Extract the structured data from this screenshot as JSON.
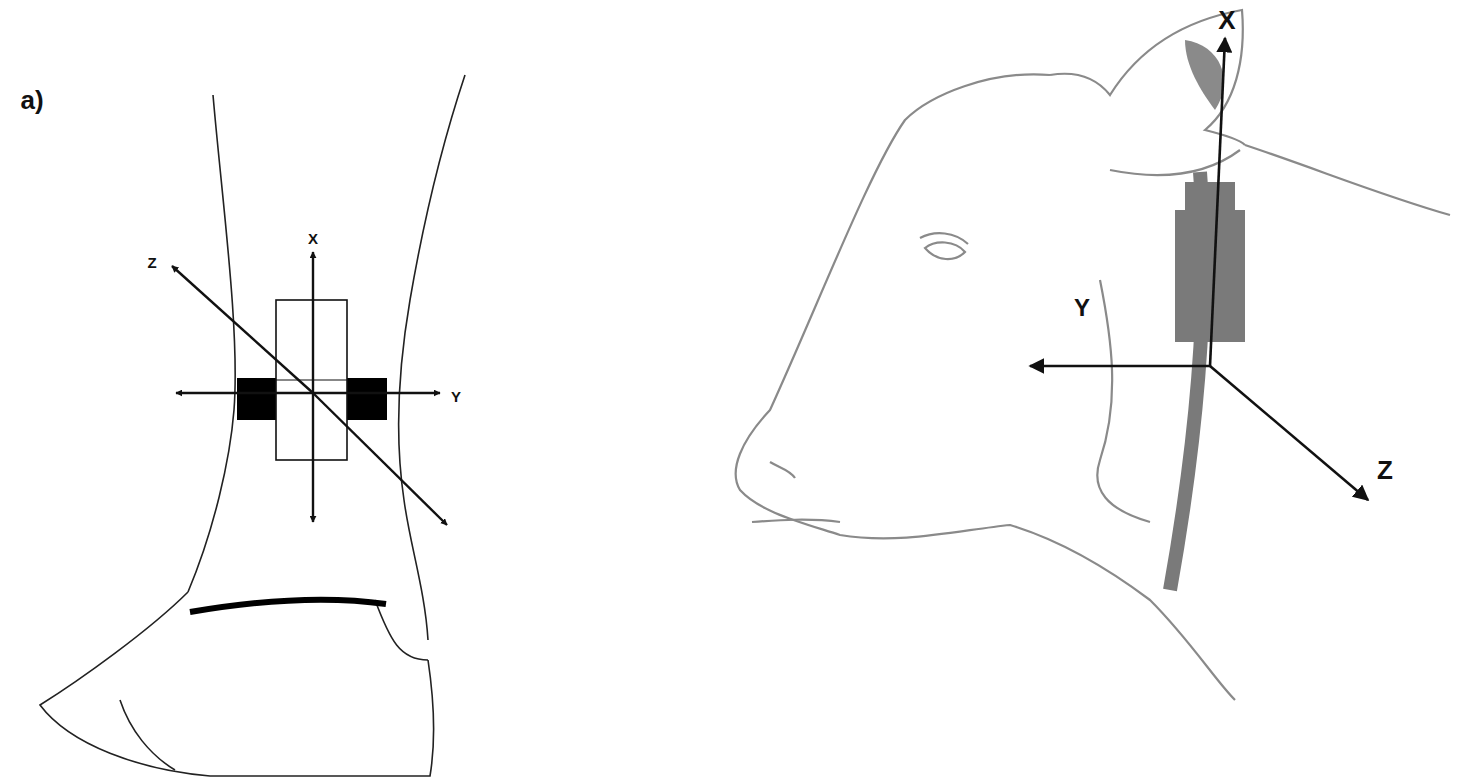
{
  "diagram": {
    "labels": [
      "a)",
      "Z",
      "X",
      "Y",
      "X",
      "Y",
      "Z"
    ]
  }
}
